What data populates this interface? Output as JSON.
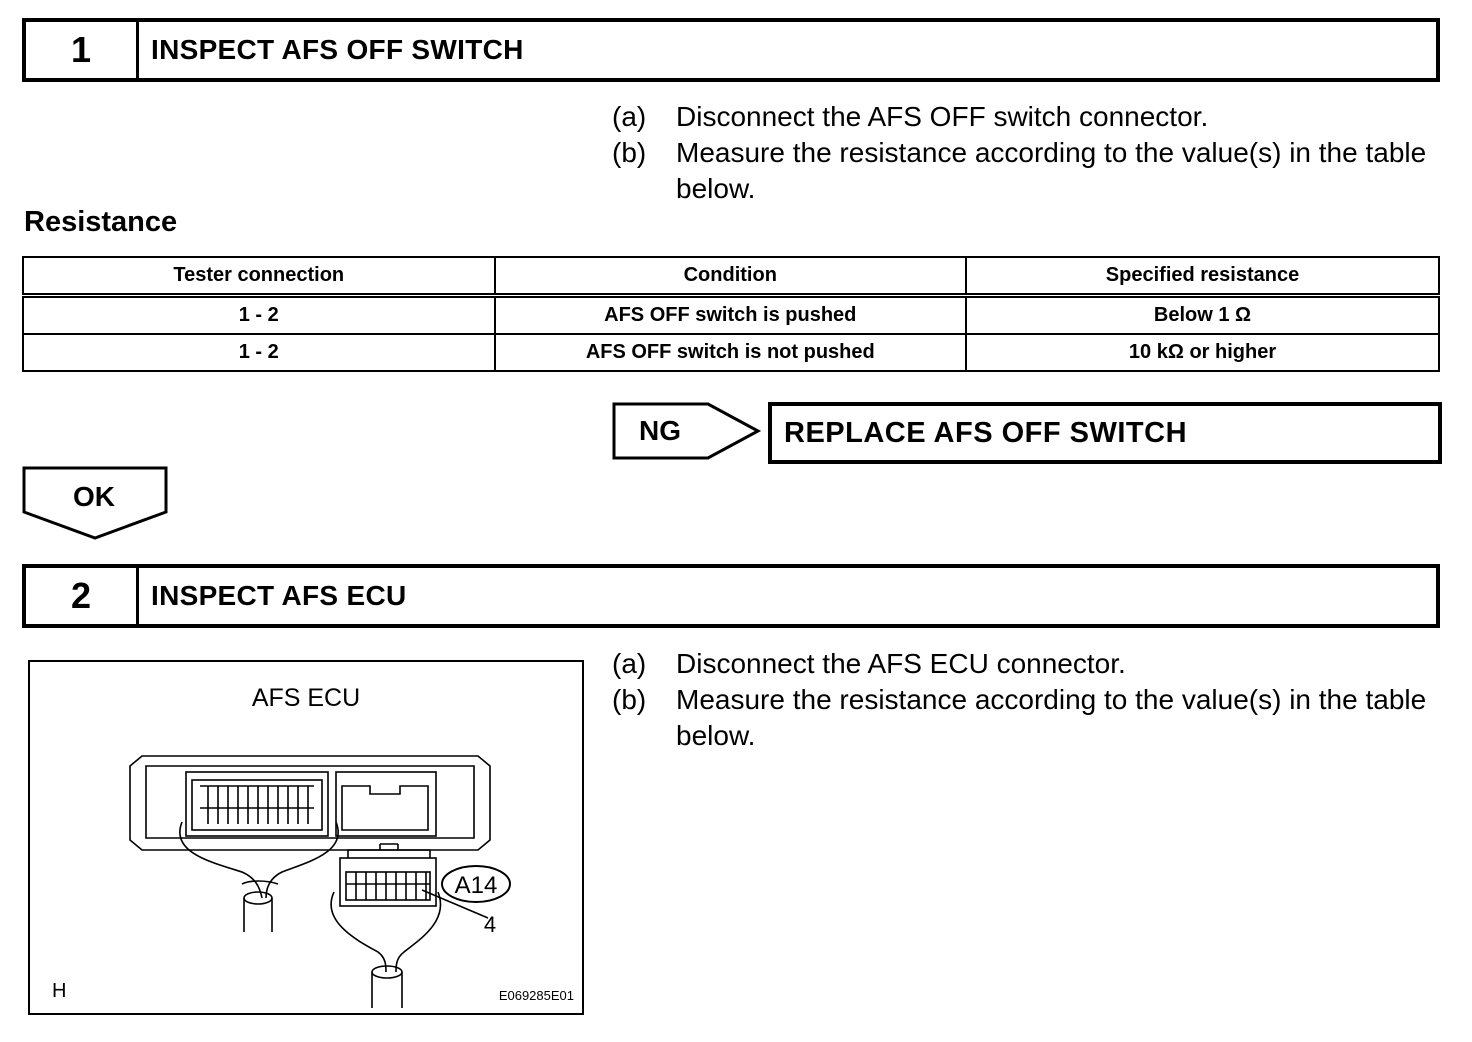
{
  "step1": {
    "number": "1",
    "title": "INSPECT AFS OFF SWITCH",
    "instructions": [
      {
        "letter": "(a)",
        "text": "Disconnect the AFS OFF switch connector."
      },
      {
        "letter": "(b)",
        "text": "Measure the resistance according to the value(s) in the table below."
      }
    ]
  },
  "resistance_label": "Resistance",
  "table": {
    "headers": [
      "Tester connection",
      "Condition",
      "Specified resistance"
    ],
    "rows": [
      [
        "1 - 2",
        "AFS OFF switch is pushed",
        "Below 1 Ω"
      ],
      [
        "1 - 2",
        "AFS OFF switch is not pushed",
        "10 kΩ or higher"
      ]
    ]
  },
  "ng": {
    "label": "NG",
    "action": "REPLACE AFS OFF SWITCH"
  },
  "ok": {
    "label": "OK"
  },
  "step2": {
    "number": "2",
    "title": "INSPECT AFS ECU",
    "instructions": [
      {
        "letter": "(a)",
        "text": "Disconnect the AFS ECU connector."
      },
      {
        "letter": "(b)",
        "text": "Measure the resistance according to the value(s) in the table below."
      }
    ]
  },
  "figure": {
    "title": "AFS ECU",
    "connector_id": "A14",
    "pin_label": "4",
    "corner_letter": "H",
    "figure_code": "E069285E01"
  }
}
